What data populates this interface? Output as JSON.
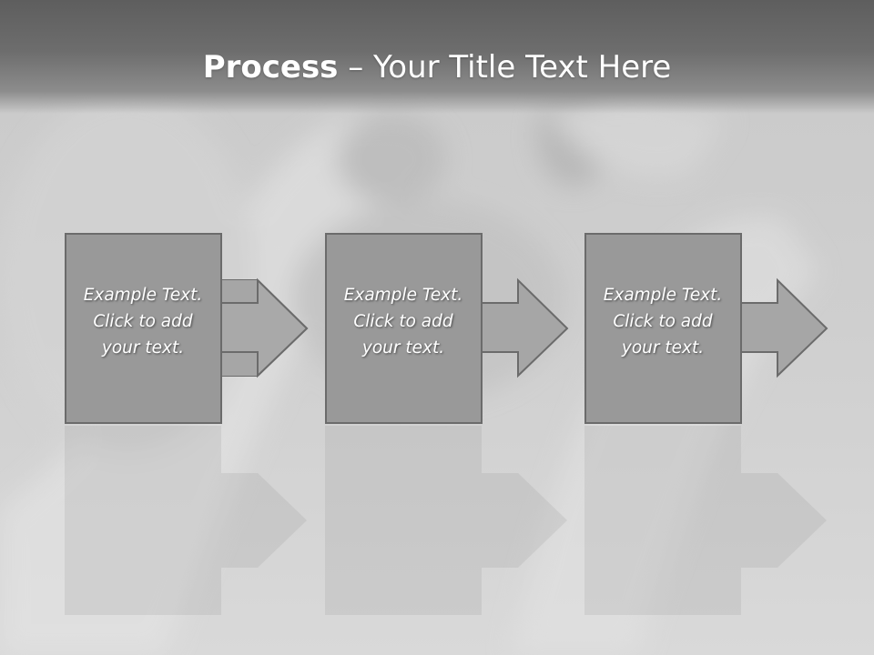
{
  "slide": {
    "title_bold": "Process",
    "title_rest": " – Your Title Text Here"
  },
  "steps": [
    {
      "lines": [
        "Example Text.",
        "Click  to add",
        "your text."
      ]
    },
    {
      "lines": [
        "Example Text.",
        "Click  to add",
        "your text."
      ]
    },
    {
      "lines": [
        "Example Text.",
        "Click  to add",
        "your text."
      ]
    }
  ],
  "colors": {
    "box_fill": "#999999",
    "box_stroke": "#6b6b6b",
    "arrow_fill": "#a6a6a6",
    "title_band": "#636363",
    "text": "#ffffff"
  }
}
